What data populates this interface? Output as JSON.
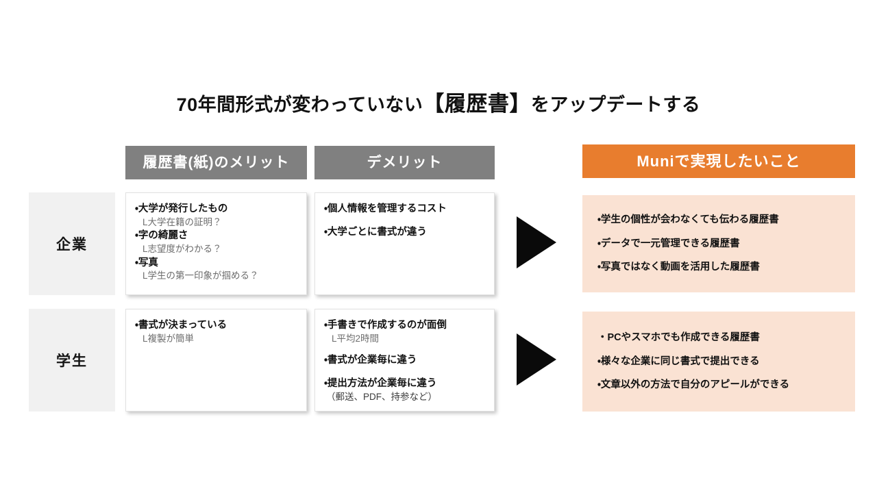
{
  "title": {
    "lead": "70年間形式が変わっていない",
    "emphasis": "【履歴書】",
    "tail": "をアップデートする"
  },
  "colors": {
    "header_gray": "#808080",
    "header_orange": "#e87d2e",
    "panel_peach": "#fae2d3",
    "row_label_gray": "#f1f1f1",
    "arrow_black": "#0a0a0a"
  },
  "headers": {
    "merit": "履歴書(紙)のメリット",
    "demerit": "デメリット",
    "goal": "Muniで実現したいこと"
  },
  "rows": [
    {
      "label": "企業",
      "merits": [
        {
          "main": "・大学が発行したもの",
          "sub": "L大学在籍の証明？"
        },
        {
          "main": "・字の綺麗さ",
          "sub": "L志望度がわかる？"
        },
        {
          "main": "・写真",
          "sub": "L学生の第一印象が掴める？"
        }
      ],
      "demerits": [
        {
          "main": "・個人情報を管理するコスト",
          "sub": ""
        },
        {
          "main": "・大学ごとに書式が違う",
          "sub": ""
        }
      ],
      "goals": [
        "・学生の個性が会わなくても伝わる履歴書",
        "・データで一元管理できる履歴書",
        "・写真ではなく動画を活用した履歴書"
      ]
    },
    {
      "label": "学生",
      "merits": [
        {
          "main": "・書式が決まっている",
          "sub": "L複製が簡単"
        }
      ],
      "demerits": [
        {
          "main": "・手書きで作成するのが面倒",
          "sub": "L平均2時間"
        },
        {
          "main": "・書式が企業毎に違う",
          "sub": ""
        },
        {
          "main": "・提出方法が企業毎に違う",
          "sub": "（郵送、PDF、持参など）"
        }
      ],
      "goals": [
        "・PCやスマホでも作成できる履歴書",
        "・様々な企業に同じ書式で提出できる",
        "・文章以外の方法で自分のアピールができる"
      ]
    }
  ],
  "icons": {
    "arrow": "right-triangle-arrow"
  }
}
